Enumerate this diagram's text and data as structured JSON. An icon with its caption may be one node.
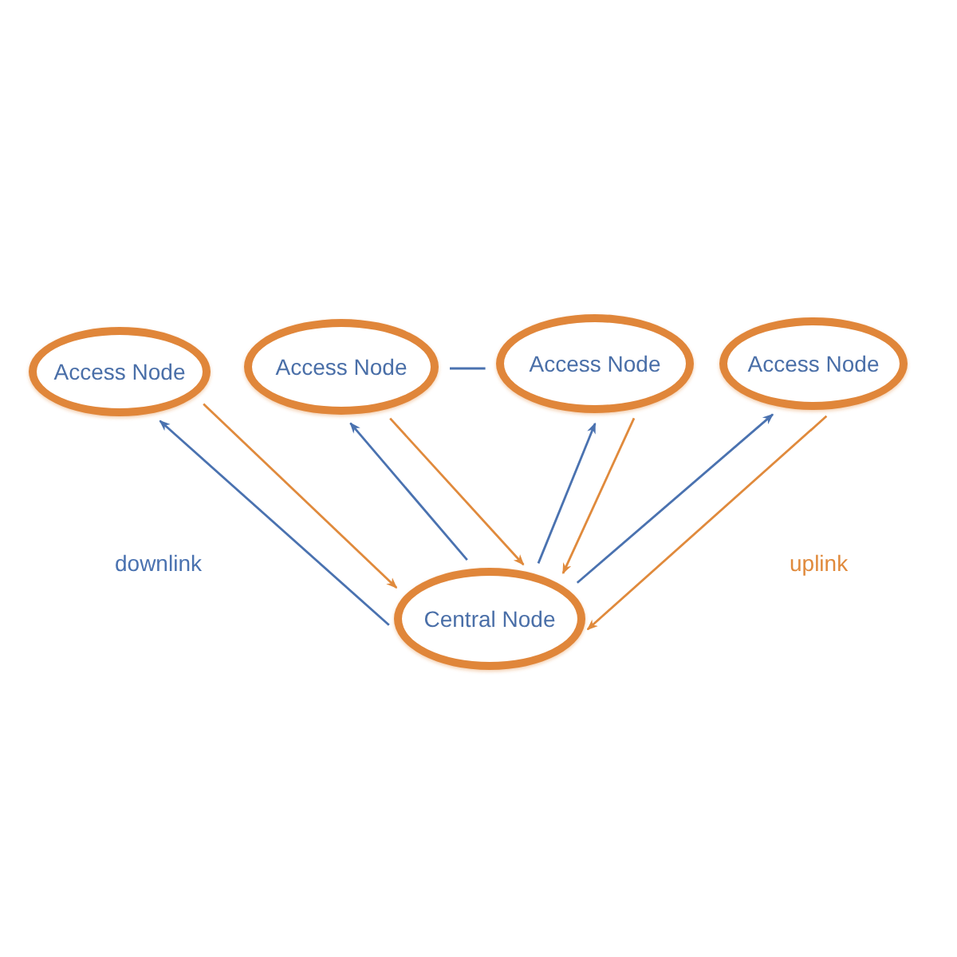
{
  "diagram": {
    "nodes": [
      {
        "text": [
          "Access Node"
        ]
      },
      {
        "text": [
          "Access Node"
        ]
      },
      {
        "text": [
          "Access Node"
        ]
      },
      {
        "text": [
          "Access Node"
        ]
      },
      {
        "text": [
          "Central Node"
        ]
      }
    ],
    "edges": [
      {
        "from": 4,
        "to": 0,
        "arrow": "to",
        "color": "#4a72b0"
      },
      {
        "from": 0,
        "to": 4,
        "arrow": "to",
        "color": "#e08a3c"
      },
      {
        "from": 4,
        "to": 1,
        "arrow": "to",
        "color": "#4a72b0"
      },
      {
        "from": 1,
        "to": 4,
        "arrow": "to",
        "color": "#e08a3c"
      },
      {
        "from": 4,
        "to": 2,
        "arrow": "to",
        "color": "#4a72b0"
      },
      {
        "from": 2,
        "to": 4,
        "arrow": "to",
        "color": "#e08a3c"
      },
      {
        "from": 4,
        "to": 3,
        "arrow": "to",
        "color": "#4a72b0"
      },
      {
        "from": 3,
        "to": 4,
        "arrow": "to",
        "color": "#e08a3c"
      },
      {
        "from": 1,
        "to": 2,
        "arrow": "none",
        "color": "#4a72b0"
      }
    ],
    "labels": [
      "downlink",
      "uplink"
    ]
  }
}
